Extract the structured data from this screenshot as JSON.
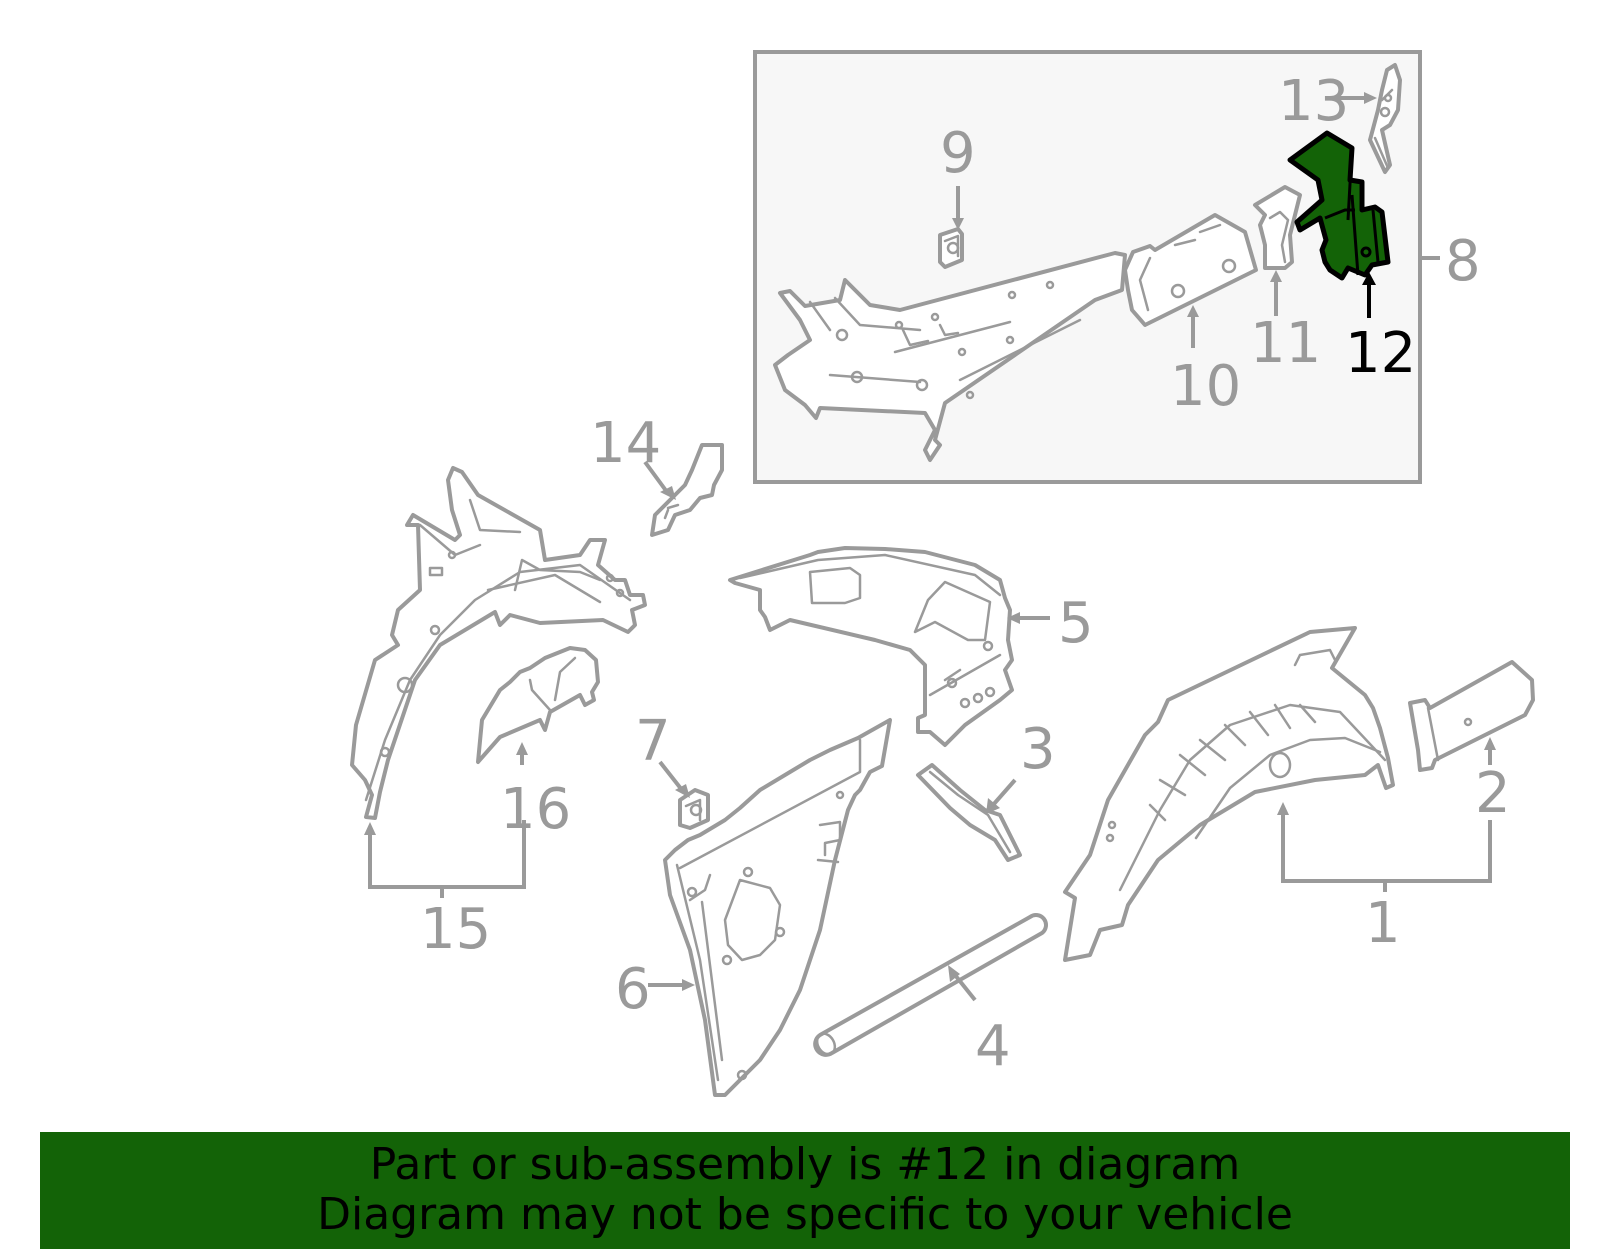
{
  "diagram": {
    "highlighted_part": "12",
    "highlight_color": "#136307",
    "line_color": "#9a9a9a",
    "inset_background": "#f7f7f7",
    "callouts": [
      {
        "id": "1",
        "label": "1"
      },
      {
        "id": "2",
        "label": "2"
      },
      {
        "id": "3",
        "label": "3"
      },
      {
        "id": "4",
        "label": "4"
      },
      {
        "id": "5",
        "label": "5"
      },
      {
        "id": "6",
        "label": "6"
      },
      {
        "id": "7",
        "label": "7"
      },
      {
        "id": "8",
        "label": "8"
      },
      {
        "id": "9",
        "label": "9"
      },
      {
        "id": "10",
        "label": "10"
      },
      {
        "id": "11",
        "label": "11"
      },
      {
        "id": "12",
        "label": "12"
      },
      {
        "id": "13",
        "label": "13"
      },
      {
        "id": "14",
        "label": "14"
      },
      {
        "id": "15",
        "label": "15"
      },
      {
        "id": "16",
        "label": "16"
      }
    ]
  },
  "banner": {
    "line1": "Part or sub-assembly is #12 in diagram",
    "line2": "Diagram may not be specific to your vehicle",
    "background": "#136307"
  }
}
